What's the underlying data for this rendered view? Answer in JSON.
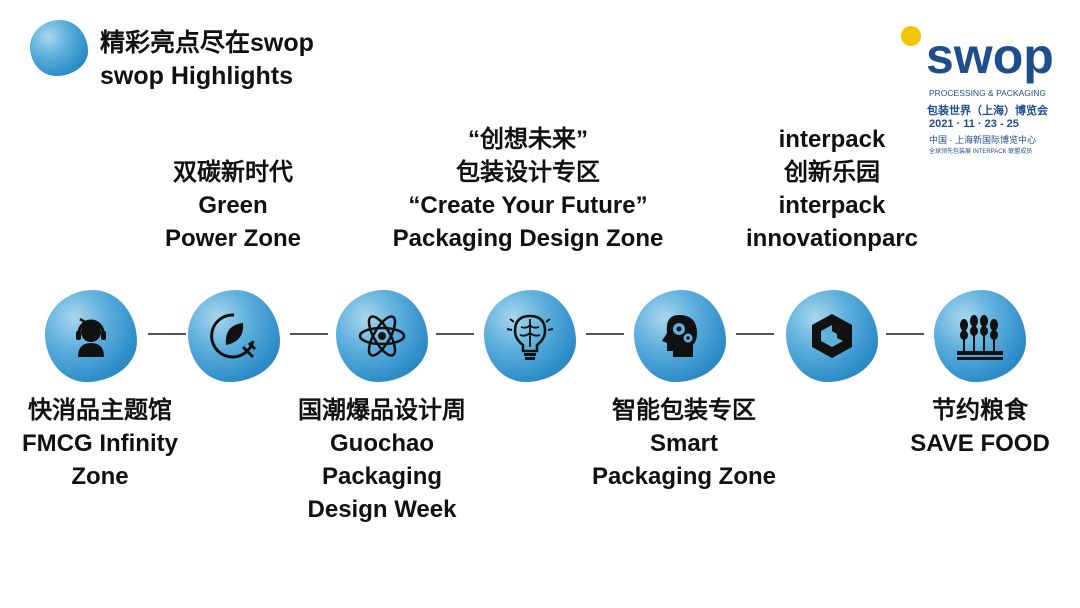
{
  "header": {
    "title_cn": "精彩亮点尽在swop",
    "title_en": "swop Highlights"
  },
  "logo": {
    "wordmark": "swop",
    "tagline": "PROCESSING & PACKAGING",
    "event_cn": "包装世界（上海）博览会",
    "dates": "2021 · 11 · 23 - 25",
    "venue": "中国 · 上海新国际博览中心",
    "note": "全球领先包装展 INTERPACK 联盟成员",
    "accent_color": "#1f4e8c",
    "dot_color": "#f2c500"
  },
  "zones": [
    {
      "icon": "headset-user-icon",
      "label_lines": [
        "快消品主题馆",
        "FMCG Infinity",
        "Zone"
      ],
      "label_pos": "below"
    },
    {
      "icon": "leaf-plug-icon",
      "label_lines": [
        "双碳新时代",
        "Green",
        "Power Zone"
      ],
      "label_pos": "above"
    },
    {
      "icon": "atom-icon",
      "label_lines": [
        "国潮爆品设计周",
        "Guochao",
        "Packaging",
        "Design Week"
      ],
      "label_pos": "below"
    },
    {
      "icon": "brain-bulb-icon",
      "label_lines": [
        "“创想未来”",
        "包装设计专区",
        "“Create Your Future”",
        "Packaging Design Zone"
      ],
      "label_pos": "above"
    },
    {
      "icon": "head-gears-icon",
      "label_lines": [
        "智能包装专区",
        "Smart",
        "Packaging Zone"
      ],
      "label_pos": "below"
    },
    {
      "icon": "interpack-cube-icon",
      "label_lines": [
        "interpack",
        "创新乐园",
        "interpack",
        "innovationparc"
      ],
      "label_pos": "above"
    },
    {
      "icon": "wheat-icon",
      "label_lines": [
        "节约粮食",
        "SAVE FOOD"
      ],
      "label_pos": "below"
    }
  ],
  "colors": {
    "blob": "#2f8fca",
    "icon": "#111111",
    "connector": "#555555"
  }
}
